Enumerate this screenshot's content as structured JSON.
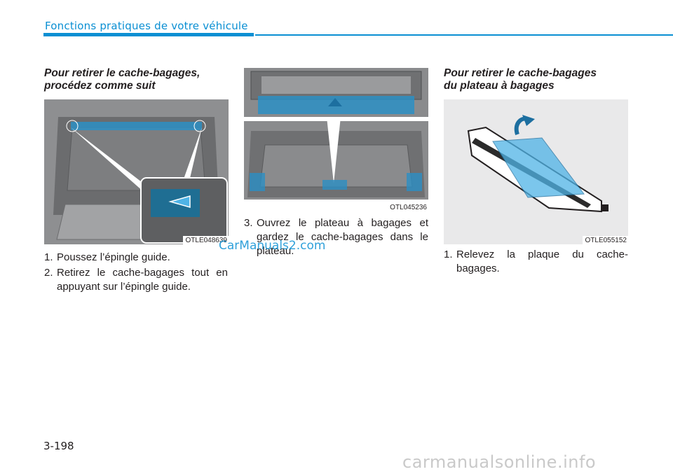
{
  "header": {
    "section_title": "Fonctions pratiques de votre véhicule",
    "accent_color": "#0a8fd3"
  },
  "col1": {
    "heading_line1": "Pour retirer le cache-bagages,",
    "heading_line2": "procédez comme suit",
    "figure_code": "OTLE048639",
    "steps": [
      {
        "num": "1.",
        "text": "Poussez l’épingle guide."
      },
      {
        "num": "2.",
        "text": "Retirez le cache-bagages tout en appuyant sur l’épingle guide."
      }
    ]
  },
  "col2": {
    "figure_code": "OTL045236",
    "steps": [
      {
        "num": "3.",
        "text": "Ouvrez le plateau à bagages et gardez le cache-bagages dans le plateau."
      }
    ]
  },
  "col3": {
    "heading_line1": "Pour retirer le cache-bagages",
    "heading_line2": "du plateau à bagages",
    "figure_code": "OTLE055152",
    "steps": [
      {
        "num": "1.",
        "text": "Relevez la plaque du cache-bagages."
      }
    ]
  },
  "page_number": "3-198",
  "watermarks": {
    "middle": "CarManuals2.com",
    "bottom": "carmanualsonline.info"
  }
}
